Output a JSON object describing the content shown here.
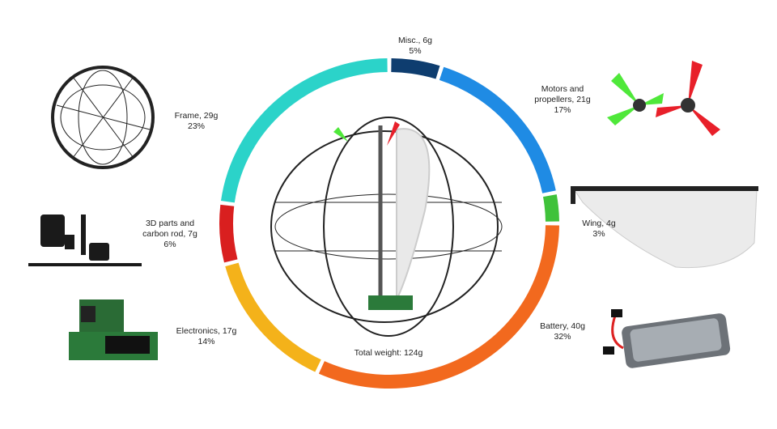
{
  "chart_data": {
    "type": "pie",
    "title": "Total weight: 124g",
    "unit": "g",
    "segments": [
      {
        "name": "Misc.",
        "grams": 6,
        "percent": 5,
        "color": "#0e3d6f",
        "label_top": "Misc., 6g",
        "label_pct": "5%"
      },
      {
        "name": "Motors and propellers",
        "grams": 21,
        "percent": 17,
        "color": "#1f8be4",
        "label_top": "Motors and",
        "label_mid": "propellers, 21g",
        "label_pct": "17%"
      },
      {
        "name": "Wing",
        "grams": 4,
        "percent": 3,
        "color": "#3fc23a",
        "label_top": "Wing, 4g",
        "label_pct": "3%"
      },
      {
        "name": "Battery",
        "grams": 40,
        "percent": 32,
        "color": "#f2691e",
        "label_top": "Battery, 40g",
        "label_pct": "32%"
      },
      {
        "name": "Electronics",
        "grams": 17,
        "percent": 14,
        "color": "#f4b21a",
        "label_top": "Electronics, 17g",
        "label_pct": "14%"
      },
      {
        "name": "3D parts and carbon rod",
        "grams": 7,
        "percent": 6,
        "color": "#d91f1f",
        "label_top": "3D parts and",
        "label_mid": "carbon rod, 7g",
        "label_pct": "6%"
      },
      {
        "name": "Frame",
        "grams": 29,
        "percent": 23,
        "color": "#2bd3c9",
        "label_top": "Frame, 29g",
        "label_pct": "23%"
      }
    ]
  }
}
